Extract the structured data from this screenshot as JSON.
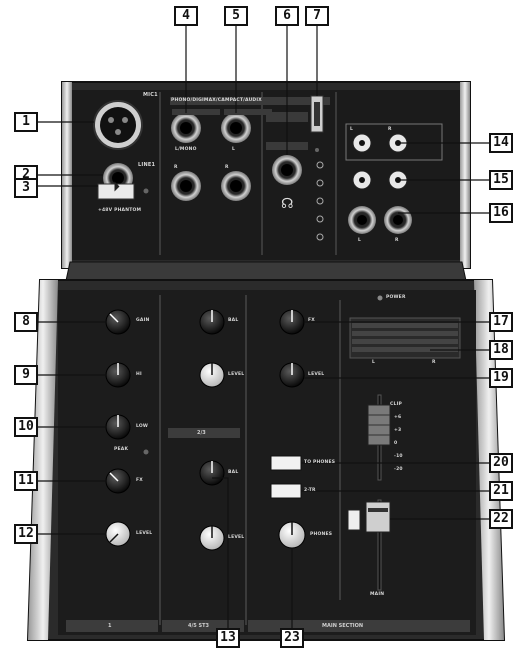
{
  "callouts": [
    "1",
    "2",
    "3",
    "4",
    "5",
    "6",
    "7",
    "8",
    "9",
    "10",
    "11",
    "12",
    "13",
    "14",
    "15",
    "16",
    "17",
    "18",
    "19",
    "20",
    "21",
    "22",
    "23"
  ],
  "top_panel": {
    "mic_label": "MIC1",
    "line_label": "LINE1",
    "phantom_label": "+48V PHANTOM",
    "input_header": "PHONO/DIGIMAX/CAMPACT/AUDIX",
    "jack_labels": [
      "L/MONO",
      "L",
      "R",
      "R"
    ],
    "rca_labels": [
      "L",
      "R"
    ],
    "right_jack_labels": [
      "L",
      "R"
    ]
  },
  "channel_strip": {
    "knob_labels": [
      "GAIN",
      "HI",
      "LOW",
      "FX",
      "LEVEL"
    ],
    "peak_label": "PEAK",
    "channel_number": "1"
  },
  "stereo_strip": {
    "knob_labels": [
      "BAL",
      "LEVEL",
      "BAL",
      "LEVEL"
    ],
    "channel_label": "2/3",
    "bottom_label": "4/5 ST3"
  },
  "main_section": {
    "power_label": "POWER",
    "knob_labels": [
      "FX",
      "LEVEL",
      "PHONES"
    ],
    "button_labels": [
      "TO PHONES",
      "2-TR"
    ],
    "fader_label": "MAIN",
    "meter_label_left": "L",
    "meter_label_right": "R",
    "meter_segment_values": [
      "CLIP",
      "+6",
      "+3",
      "0",
      "-10",
      "-20"
    ],
    "bottom_label": "MAIN SECTION"
  },
  "colors": {
    "panel": "#1e1e1e",
    "frame": "#cfcfcf",
    "callout_border": "#111111",
    "leader": "#111111"
  }
}
